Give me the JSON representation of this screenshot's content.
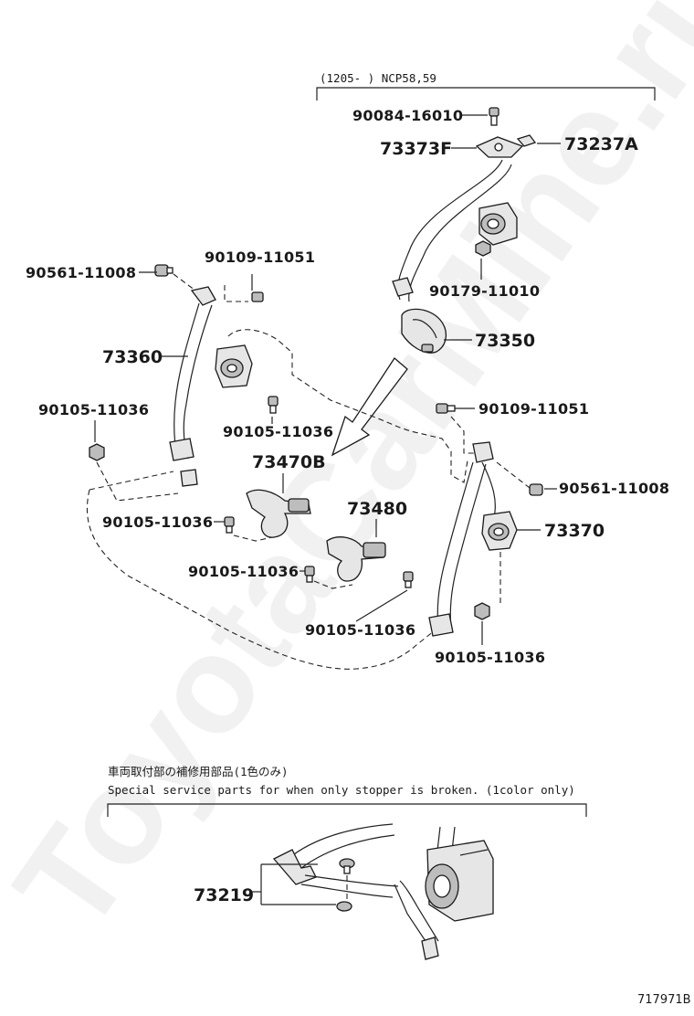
{
  "watermark": "ToyotaCarMine.ru",
  "variant_note": "(1205-      ) NCP58,59",
  "labels": {
    "p90084_16010": "90084-16010",
    "p73373F": "73373F",
    "p73237A": "73237A",
    "p90179_11010": "90179-11010",
    "p73350": "73350",
    "p90561_11008_left": "90561-11008",
    "p90109_11051_left": "90109-11051",
    "p73360": "73360",
    "p90105_11036_a": "90105-11036",
    "p90105_11036_b": "90105-11036",
    "p90109_11051_right": "90109-11051",
    "p73470B": "73470B",
    "p90561_11008_right": "90561-11008",
    "p90105_11036_c": "90105-11036",
    "p73480": "73480",
    "p73370": "73370",
    "p90105_11036_d": "90105-11036",
    "p90105_11036_e": "90105-11036",
    "p90105_11036_f": "90105-11036",
    "p73219": "73219"
  },
  "service_note": {
    "jp": "車両取付部の補修用部品(1色のみ)",
    "en": "Special service parts for when only stopper is broken. (1color only)"
  },
  "figure_id": "717971B"
}
